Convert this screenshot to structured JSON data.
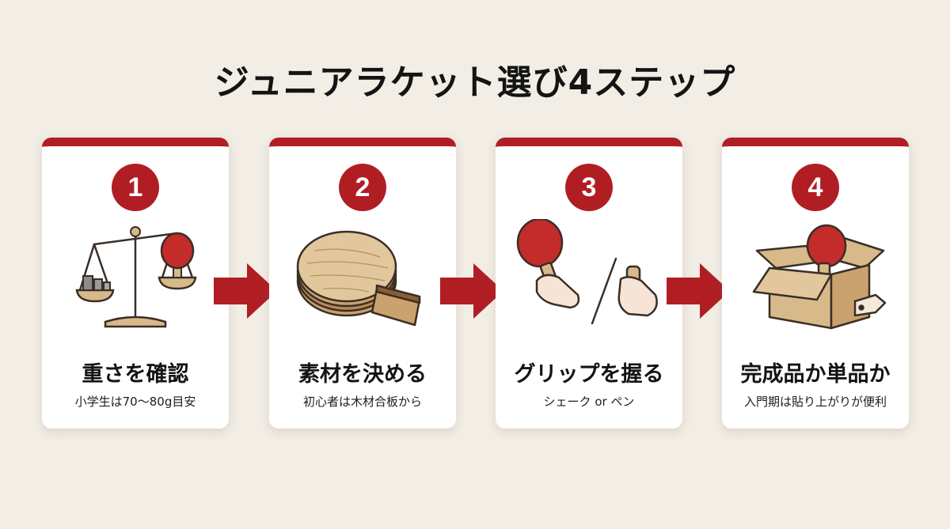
{
  "title": "ジュニアラケット選び4ステップ",
  "colors": {
    "accent": "#b01e24",
    "background": "#f2ede5",
    "wood": "#d8b98a"
  },
  "steps": [
    {
      "number": "1",
      "heading": "重さを確認",
      "sub": "小学生は70〜80g目安",
      "icon": "balance-scale-icon"
    },
    {
      "number": "2",
      "heading": "素材を決める",
      "sub": "初心者は木材合板から",
      "icon": "wooden-blade-icon"
    },
    {
      "number": "3",
      "heading": "グリップを握る",
      "sub": "シェーク or ペン",
      "icon": "grip-hands-icon"
    },
    {
      "number": "4",
      "heading": "完成品か単品か",
      "sub": "入門期は貼り上がりが便利",
      "icon": "box-racket-icon"
    }
  ]
}
